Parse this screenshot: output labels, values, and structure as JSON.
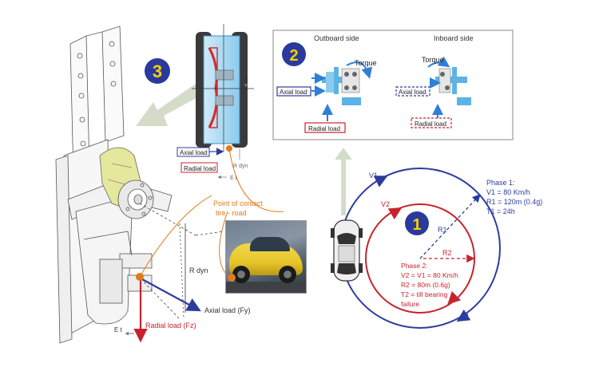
{
  "badges": [
    "1",
    "2",
    "3"
  ],
  "panel2": {
    "outboard_label": "Outboard side",
    "inboard_label": "Inboard side",
    "torque_outboard": "Torque",
    "torque_inboard": "Torque",
    "axial_outboard": "Axial load",
    "axial_inboard": "Axial load",
    "radial_outboard": "Radial load",
    "radial_inboard": "Radial load"
  },
  "wheel_section": {
    "axial_label": "Axial load",
    "radial_label": "Radial load",
    "r_dyn": "R dyn",
    "e_t": "E t"
  },
  "contact": {
    "line1": "Point of contact",
    "line2": "tire - road"
  },
  "rig": {
    "r_dyn": "R dyn",
    "axial_fy": "Axial load (Fy)",
    "radial_fz": "Radial load (Fz)",
    "e_t": "E t"
  },
  "track": {
    "v1": "V1",
    "v2": "V2",
    "r1": "R1",
    "r2": "R2",
    "phase1": [
      "Phase 1:",
      "V1 = 80 Km/h",
      "R1 = 120m (0.4g)",
      "T1 = 24h"
    ],
    "phase2": [
      "Phase 2:",
      "V2 = V1 = 80 Km/h",
      "R2 = 80m (0.6g)",
      "T2 = till bearing",
      "failure"
    ]
  },
  "colors": {
    "badge_fill": "#2a3a9c",
    "badge_num": "#f5d200",
    "outer_track": "#2b3c9e",
    "inner_track": "#c8232c",
    "load_blue": "#2f7fd6",
    "orange": "#e07b1a",
    "gray_arrow": "#d4dcc9"
  }
}
